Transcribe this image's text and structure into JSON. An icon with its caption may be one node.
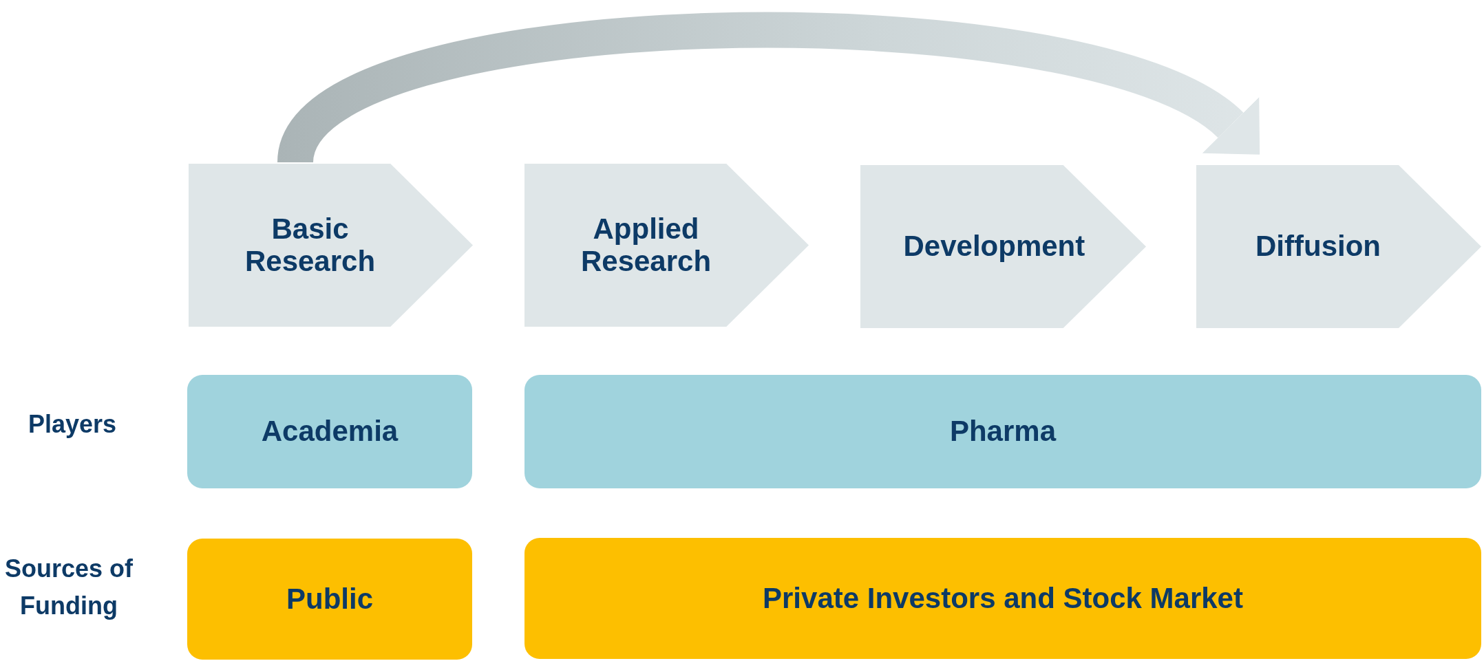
{
  "diagram": {
    "nodes": [
      {
        "text": [
          "Basic Research"
        ]
      },
      {
        "text": [
          "Applied Research"
        ]
      },
      {
        "text": [
          "Development"
        ]
      },
      {
        "text": [
          "Diffusion"
        ]
      },
      {
        "text": [
          "Academia"
        ]
      },
      {
        "text": [
          "Pharma"
        ]
      },
      {
        "text": [
          "Public"
        ]
      },
      {
        "text": [
          "Private Investors and Stock Market"
        ]
      }
    ],
    "edges": [
      {
        "from": 0,
        "to": 3,
        "arrow": "to"
      }
    ],
    "labels": [
      "Players",
      "Sources of Funding"
    ]
  }
}
